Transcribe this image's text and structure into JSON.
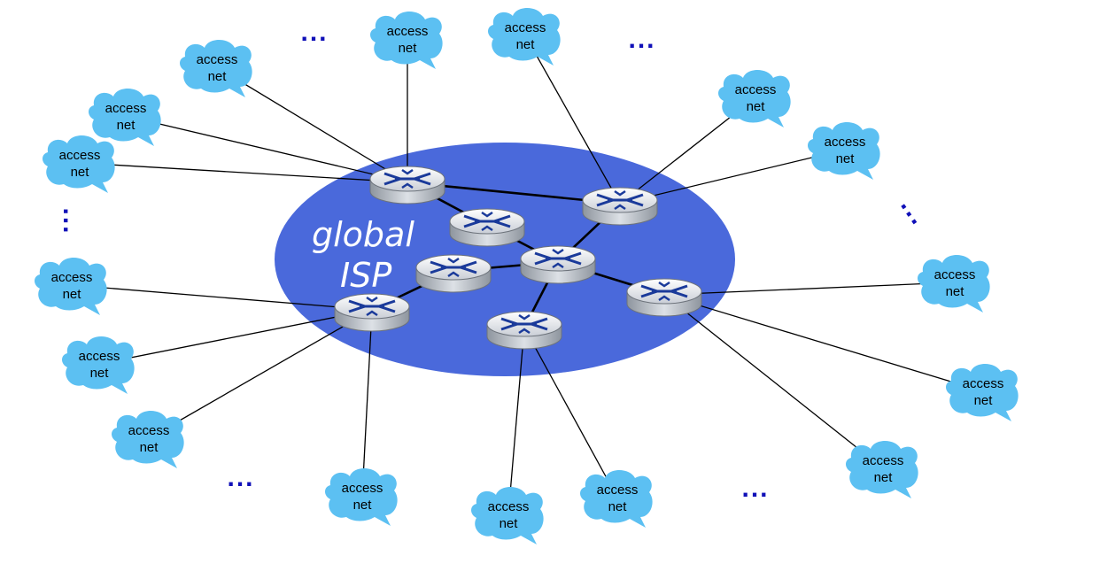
{
  "colors": {
    "isp_fill": "#4a69db",
    "cloud_fill": "#5cc0f2",
    "router_body": "#d9dde2",
    "router_arrow": "#1a3a9a",
    "dots": "#1010b8",
    "link_line": "#000000"
  },
  "global_isp": {
    "line1": "global",
    "line2": "ISP"
  },
  "access_net": {
    "line1": "access",
    "line2": "net"
  },
  "ellipsis": "...",
  "cloud_icon": "cloud-icon",
  "router_icon": "router-icon"
}
